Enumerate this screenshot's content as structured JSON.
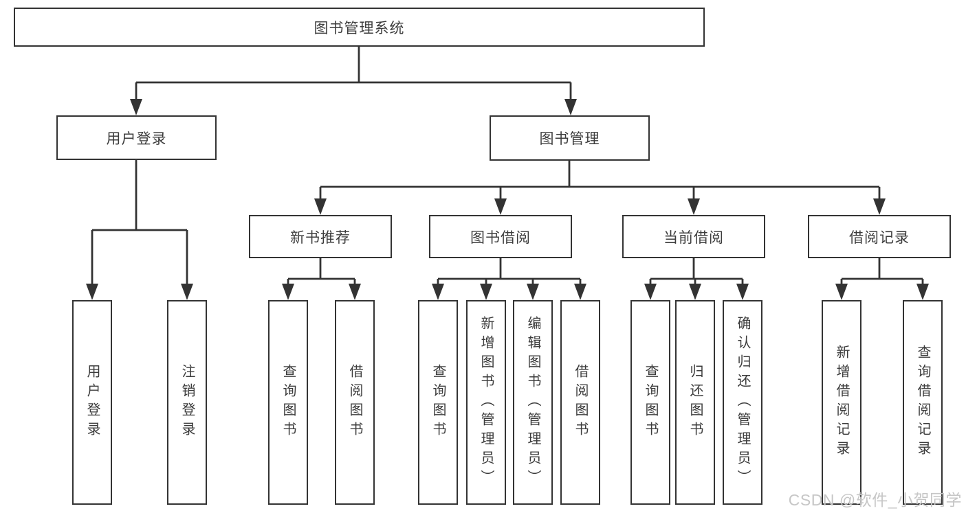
{
  "root": {
    "label": "图书管理系统"
  },
  "user_login": {
    "label": "用户登录",
    "children": [
      {
        "label": "用户登录"
      },
      {
        "label": "注销登录"
      }
    ]
  },
  "book_management": {
    "label": "图书管理",
    "sections": [
      {
        "label": "新书推荐",
        "children": [
          {
            "label": "查询图书"
          },
          {
            "label": "借阅图书"
          }
        ]
      },
      {
        "label": "图书借阅",
        "children": [
          {
            "label": "查询图书"
          },
          {
            "label": "新增图书（管理员）"
          },
          {
            "label": "编辑图书（管理员）"
          },
          {
            "label": "借阅图书"
          }
        ]
      },
      {
        "label": "当前借阅",
        "children": [
          {
            "label": "查询图书"
          },
          {
            "label": "归还图书"
          },
          {
            "label": "确认归还（管理员）"
          }
        ]
      },
      {
        "label": "借阅记录",
        "children": [
          {
            "label": "新增借阅记录"
          },
          {
            "label": "查询借阅记录"
          }
        ]
      }
    ]
  },
  "watermark": "CSDN @软件_小贺同学",
  "colors": {
    "line": "#333333",
    "box_border": "#333333",
    "text": "#3c3c3c",
    "watermark_text": "#c6c6c6",
    "background": "#ffffff"
  }
}
